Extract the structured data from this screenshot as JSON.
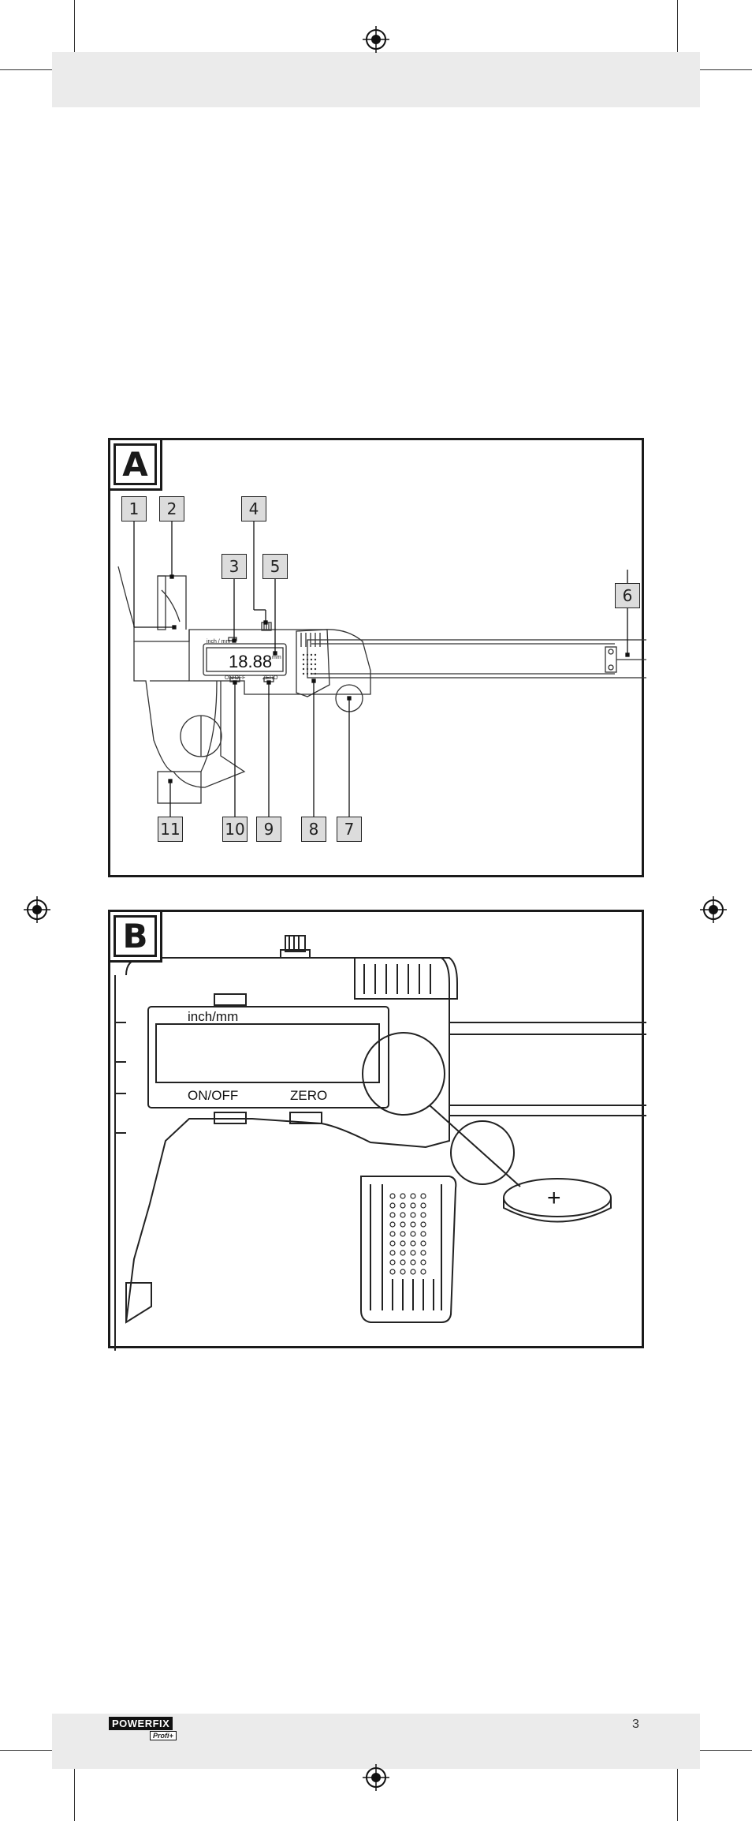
{
  "figure_a": {
    "letter": "A",
    "display_units": "inch / mm",
    "display_value": "18.88",
    "display_unit_suffix": "mm",
    "on_off_label": "ON/OFF",
    "zero_label": "ZERO",
    "callouts": [
      "1",
      "2",
      "3",
      "4",
      "5",
      "6",
      "7",
      "8",
      "9",
      "10",
      "11"
    ]
  },
  "figure_b": {
    "letter": "B",
    "units_label": "inch/mm",
    "on_off_label": "ON/OFF",
    "zero_label": "ZERO",
    "battery_symbol": "+"
  },
  "footer": {
    "brand": "POWERFIX",
    "brand_sub": "Profi+",
    "page_number": "3"
  }
}
